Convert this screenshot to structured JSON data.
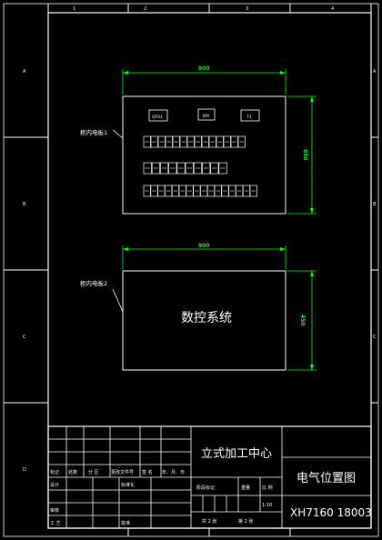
{
  "frame": {
    "top_numbers": [
      "1",
      "2",
      "3",
      "4"
    ],
    "side_letters": [
      "A",
      "B",
      "C",
      "D"
    ]
  },
  "panel1": {
    "callout": "柜内电板1",
    "width_dim": "900",
    "height_dim": "650",
    "top_labels": [
      "QF01",
      "KM",
      "T1"
    ],
    "row1_count": 14,
    "row2_count": 10,
    "row3_count": 16
  },
  "panel2": {
    "callout": "柜内电板2",
    "width_dim": "900",
    "height_dim": "450",
    "center_text": "数控系统"
  },
  "title_block": {
    "project_name": "立式加工中心",
    "drawing_name": "电气位置图",
    "drawing_number": "XH7160 18003",
    "scale": "1:10",
    "row_labels": {
      "mark": "标记",
      "count": "处数",
      "zone": "分 区",
      "change_doc": "更改文件号",
      "signature": "签 名",
      "date": "年、月、日",
      "design": "设计",
      "standardization": "标准化",
      "review": "审核",
      "process": "工 艺",
      "approve": "批准",
      "stage_mark": "阶段标记",
      "weight": "重量",
      "ratio": "比 例",
      "total_sheets": "共 2 张",
      "sheet_no": "第 2 张"
    }
  },
  "colors": {
    "background": "#000000",
    "line": "#ffffff",
    "dimension": "#00ff00"
  }
}
